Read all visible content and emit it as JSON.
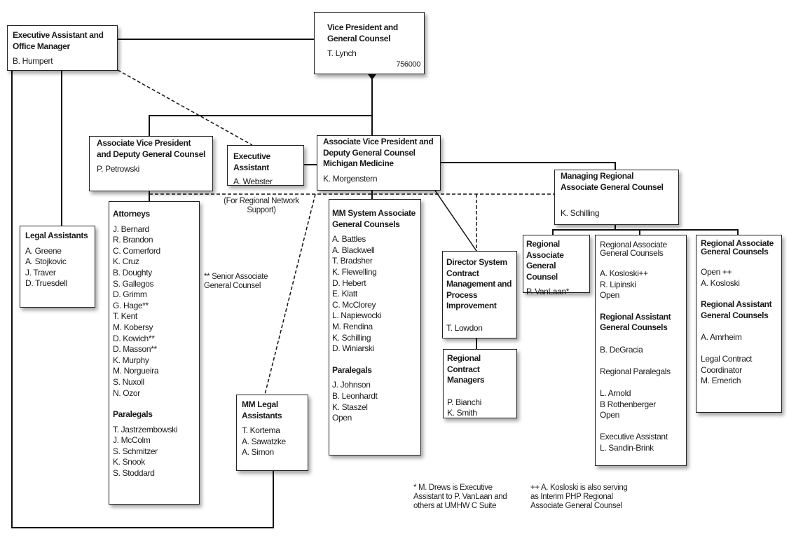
{
  "boxes": {
    "vp": {
      "sections": [
        {
          "heading": "Vice President and General Counsel",
          "names": [
            "T. Lynch"
          ]
        }
      ],
      "code": "756000"
    },
    "ea_om": {
      "sections": [
        {
          "heading": "Executive Assistant and Office Manager",
          "names": [
            "B. Humpert"
          ]
        }
      ]
    },
    "avp_p": {
      "sections": [
        {
          "heading": "Associate Vice President and Deputy General Counsel",
          "names": [
            "P. Petrowski"
          ]
        }
      ]
    },
    "ea_w": {
      "sections": [
        {
          "heading": "Executive Assistant",
          "names": [
            "A. Webster"
          ]
        }
      ]
    },
    "avp_mm": {
      "sections": [
        {
          "heading": "Associate Vice President and Deputy General Counsel Michigan Medicine",
          "names": [
            "K. Morgenstern"
          ]
        }
      ]
    },
    "mragc": {
      "sections": [
        {
          "heading": "Managing Regional Associate General Counsel",
          "names": [
            "K. Schilling"
          ]
        }
      ]
    },
    "legal": {
      "sections": [
        {
          "heading": "Legal Assistants",
          "names": [
            "A. Greene",
            "A. Stojkovic",
            "J. Traver",
            "D. Truesdell"
          ]
        }
      ]
    },
    "attorneys": {
      "sections": [
        {
          "heading": "Attorneys",
          "names": [
            "J. Bernard",
            "R. Brandon",
            "C. Comerford",
            "K. Cruz",
            "B. Doughty",
            "S. Gallegos",
            "D. Grimm",
            "G. Hage**",
            "T. Kent",
            "M. Kobersy",
            "D. Kowich**",
            "D. Masson**",
            "K. Murphy",
            "M. Norgueira",
            "S. Nuxoll",
            "N. Ozor"
          ]
        },
        {
          "heading": "Paralegals",
          "names": [
            "T. Jastrzembowski",
            "J. McColm",
            "S. Schmitzer",
            "K. Snook",
            "S. Stoddard"
          ]
        }
      ]
    },
    "mmsys": {
      "sections": [
        {
          "heading": "MM System Associate General Counsels",
          "names": [
            "A. Battles",
            "A. Blackwell",
            "T. Bradsher",
            "K. Flewelling",
            "D. Hebert",
            "E. Klatt",
            "C. McClorey",
            "L. Napiewocki",
            "M. Rendina",
            "K. Schilling",
            "D. Winiarski"
          ]
        },
        {
          "heading": "Paralegals",
          "names": [
            "J. Johnson",
            "B. Leonhardt",
            "K. Staszel",
            "Open"
          ]
        }
      ]
    },
    "mmlegal": {
      "sections": [
        {
          "heading": "MM Legal Assistants",
          "names": [
            "T. Kortema",
            "A. Sawatzke",
            "A. Simon"
          ]
        }
      ]
    },
    "director": {
      "sections": [
        {
          "heading": "Director System Contract Management and Process Improvement",
          "names": [
            "T. Lowdon"
          ]
        }
      ]
    },
    "rcm": {
      "sections": [
        {
          "heading": "Regional Contract Managers",
          "names": [
            "P. Bianchi",
            "K. Smith"
          ]
        }
      ]
    },
    "vanlaan": {
      "sections": [
        {
          "heading": "Regional Associate General Counsel",
          "names": [
            "P. VanLaan*"
          ]
        }
      ]
    },
    "ragmid": {
      "sections": [
        {
          "heading": "Regional Associate General Counsels",
          "names": [
            "A. Kosloski++",
            "R. Lipinski",
            "Open"
          ]
        },
        {
          "heading": "Regional Assistant General Counsels",
          "names": [
            "B. DeGracia"
          ]
        },
        {
          "heading": "Regional Paralegals",
          "names": [
            "L. Arnold",
            "B Rothenberger",
            "Open"
          ]
        },
        {
          "heading": "Executive Assistant",
          "names": [
            "L. Sandin-Brink"
          ]
        }
      ]
    },
    "ragright": {
      "sections": [
        {
          "heading": "Regional Associate General Counsels",
          "names": [
            "Open ++",
            "A. Kosloski"
          ]
        },
        {
          "heading": "Regional Assistant General Counsels",
          "names": [
            "A. Amrheim"
          ]
        },
        {
          "heading": "Legal Contract Coordinator",
          "names": [
            "M. Emerich"
          ]
        }
      ]
    }
  },
  "notes": {
    "regional_support": "(For Regional Network Support)",
    "senior": "** Senior Associate General Counsel",
    "drews": "* M. Drews is Executive Assistant to P. VanLaan and others at UMHW C Suite",
    "kosloski": "++ A. Kosloski is also serving as Interim PHP Regional Associate General Counsel"
  }
}
